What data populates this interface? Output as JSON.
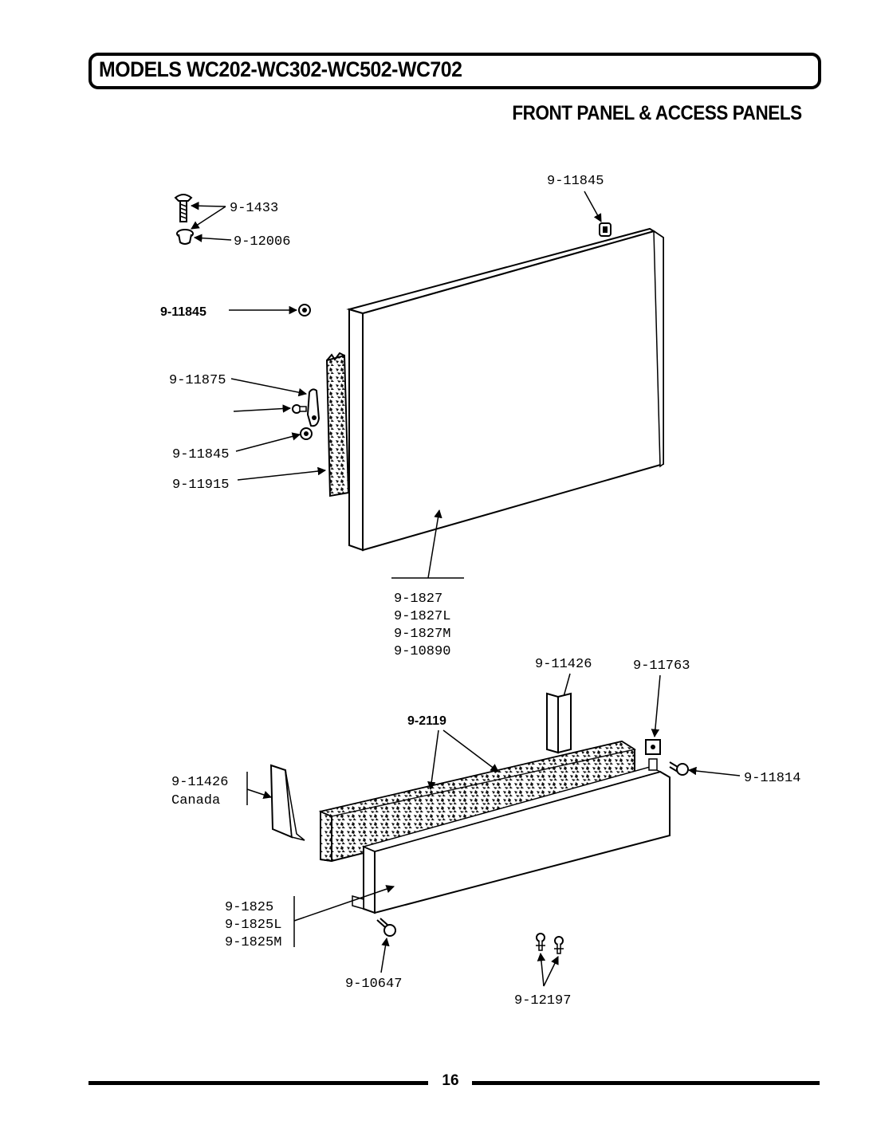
{
  "header": {
    "title": "MODELS WC202-WC302-WC502-WC702",
    "section_title": "FRONT PANEL & ACCESS PANELS"
  },
  "labels": {
    "screw_top": "9-1433",
    "cap": "9-12006",
    "clip_top_right": "9-11845",
    "clip_left": "9-11845",
    "bracket": "9-11875",
    "clip_lower": "9-11845",
    "strip": "9-11915",
    "front_panel": [
      "9-1827",
      "9-1827L",
      "9-1827M",
      "9-10890"
    ],
    "access_right_bracket": "9-11426",
    "clip_square": "9-11763",
    "insulation": "9-2119",
    "screw_right": "9-11814",
    "canada_bracket": [
      "9-11426",
      "Canada"
    ],
    "access_panel": [
      "9-1825",
      "9-1825L",
      "9-1825M"
    ],
    "screw_bottom": "9-10647",
    "screws_pair": "9-12197"
  },
  "footer": {
    "page_number": "16"
  }
}
